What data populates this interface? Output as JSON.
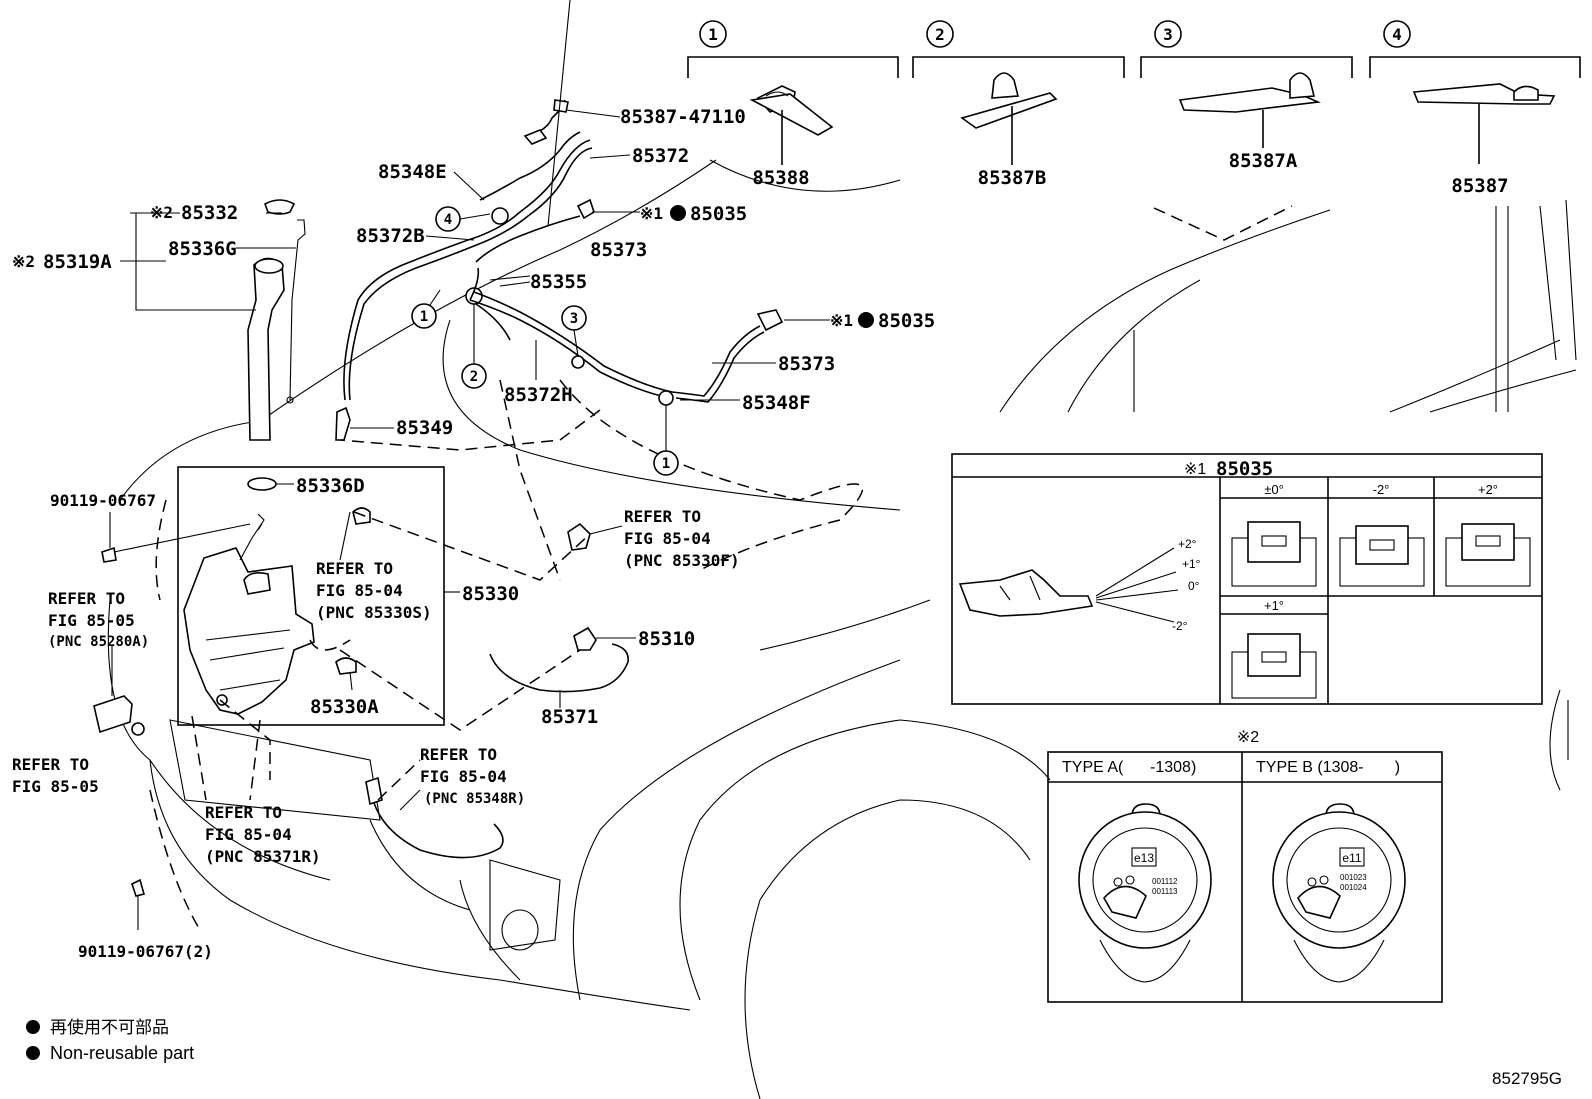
{
  "header_group_numbers": [
    "1",
    "2",
    "3",
    "4"
  ],
  "header_parts": [
    "85388",
    "85387B",
    "85387A",
    "85387"
  ],
  "callouts": {
    "p85387_47110": "85387-47110",
    "p85372": "85372",
    "p85348E": "85348E",
    "p85372B": "85372B",
    "p85035_upper": "85035",
    "p85373_upper": "85373",
    "p85355": "85355",
    "p85332": "85332",
    "p85336G": "85336G",
    "p85319A": "85319A",
    "p85035_lower": "85035",
    "p85373_lower": "85373",
    "p85372H": "85372H",
    "p85348F": "85348F",
    "p85349": "85349",
    "p85336D": "85336D",
    "p85330": "85330",
    "p85330A": "85330A",
    "p85310": "85310",
    "p85371": "85371",
    "bolt_top": "90119-06767",
    "bolt_bottom": "90119-06767(2)"
  },
  "marks": {
    "note1": "※1",
    "note2": "※2"
  },
  "circle_markers": [
    "4",
    "1",
    "2",
    "3",
    "1"
  ],
  "refer_notes": [
    {
      "l1": "REFER TO",
      "l2": "FIG 85-04",
      "l3": "(PNC 85330S)"
    },
    {
      "l1": "REFER TO",
      "l2": "FIG 85-04",
      "l3": "(PNC 85330F)"
    },
    {
      "l1": "REFER TO",
      "l2": "FIG 85-05",
      "l3": "(PNC 85280A)"
    },
    {
      "l1": "REFER TO",
      "l2": "FIG 85-05",
      "l3": ""
    },
    {
      "l1": "REFER TO",
      "l2": "FIG 85-04",
      "l3": "(PNC 85348R)"
    },
    {
      "l1": "REFER TO",
      "l2": "FIG 85-04",
      "l3": "(PNC 85371R)"
    }
  ],
  "inset1": {
    "title_mark": "※1",
    "title": "85035",
    "angle_columns": [
      "±0°",
      "-2°",
      "+2°"
    ],
    "angle_extra": "+1°",
    "angle_marks": [
      "+2°",
      "+1°",
      "0°",
      "-2°"
    ]
  },
  "inset2": {
    "title_mark": "※2",
    "type_a": "TYPE A(      -1308)",
    "type_b": "TYPE B (1308-       )",
    "cap_a_code": "e13",
    "cap_b_code": "e11",
    "cap_a_nums": [
      "001112",
      "001113"
    ],
    "cap_b_nums": [
      "001023",
      "001024"
    ]
  },
  "legend": {
    "japanese": "再使用不可部品",
    "english": "Non-reusable part"
  },
  "figure_code": "852795G"
}
